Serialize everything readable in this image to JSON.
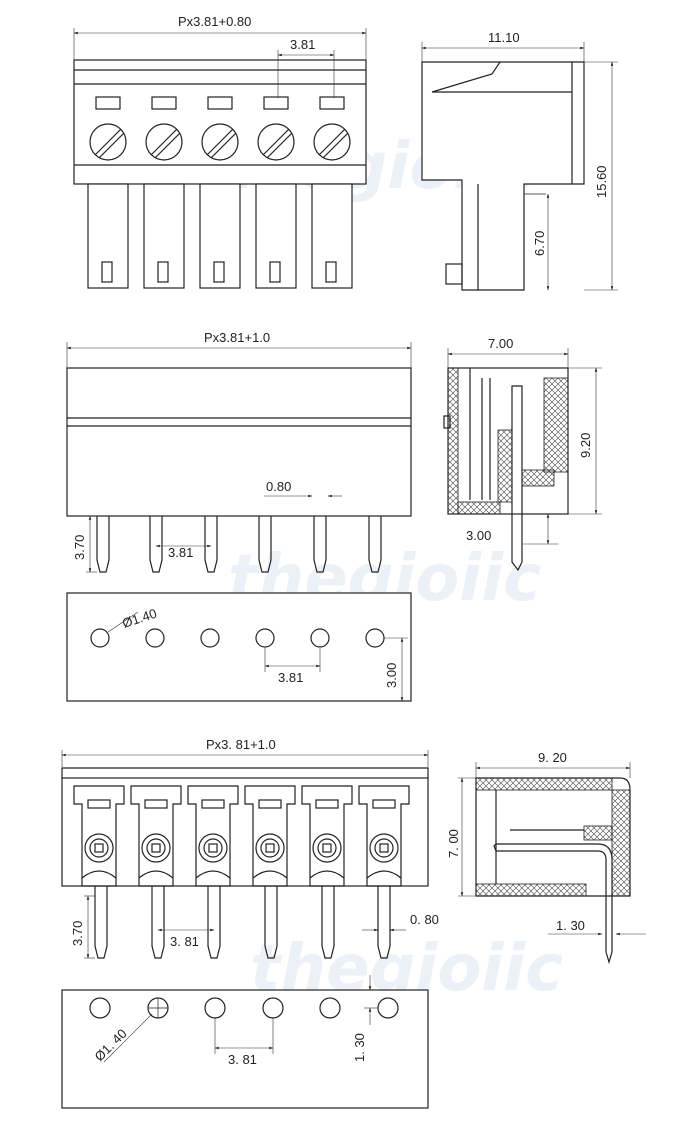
{
  "watermark": "thegioiic",
  "views": {
    "v1": {
      "width": "Px3.81+0.80",
      "pitch": "3.81",
      "side_width": "11.10",
      "side_height": "15.60",
      "side_lower": "6.70"
    },
    "v2": {
      "width": "Px3.81+1.0",
      "pin_width": "0.80",
      "pin_length": "3.70",
      "pitch": "3.81",
      "side_width": "7.00",
      "side_height": "9.20",
      "side_pin": "3.00"
    },
    "v3": {
      "hole_dia": "Ø1.40",
      "pitch": "3.81",
      "row_offset": "3.00"
    },
    "v4": {
      "width": "Px3. 81+1.0",
      "pin_length": "3.70",
      "pitch": "3. 81",
      "pin_width": "0. 80",
      "side_width": "9. 20",
      "side_height": "7. 00",
      "side_offset": "1. 30"
    },
    "v5": {
      "hole_dia": "Ø1. 40",
      "pitch": "3. 81",
      "row_offset": "1. 30"
    }
  }
}
